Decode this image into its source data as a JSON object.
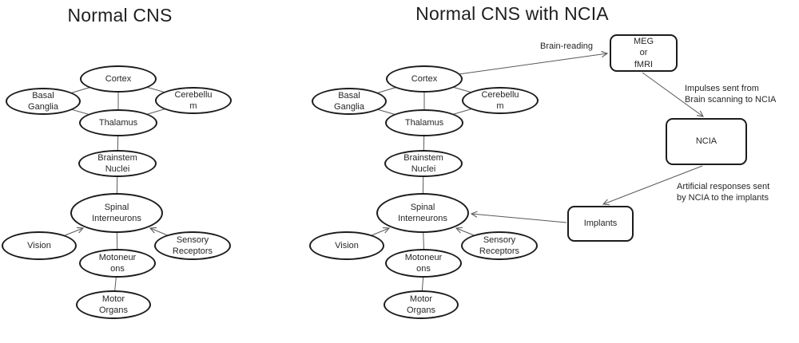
{
  "left": {
    "title": "Normal CNS",
    "nodes": {
      "cortex": "Cortex",
      "basal_ganglia": "Basal\nGanglia",
      "cerebellum": "Cerebellu\nm",
      "thalamus": "Thalamus",
      "brainstem_nuclei": "Brainstem\nNuclei",
      "spinal_interneurons": "Spinal\nInterneurons",
      "vision": "Vision",
      "sensory_receptors": "Sensory\nReceptors",
      "motoneurons": "Motoneur\nons",
      "motor_organs": "Motor\nOrgans"
    }
  },
  "right": {
    "title": "Normal CNS with NCIA",
    "nodes": {
      "cortex": "Cortex",
      "basal_ganglia": "Basal\nGanglia",
      "cerebellum": "Cerebellu\nm",
      "thalamus": "Thalamus",
      "brainstem_nuclei": "Brainstem\nNuclei",
      "spinal_interneurons": "Spinal\nInterneurons",
      "vision": "Vision",
      "sensory_receptors": "Sensory\nReceptors",
      "motoneurons": "Motoneur\nons",
      "motor_organs": "Motor\nOrgans"
    },
    "devices": {
      "meg": "MEG\nor\nfMRI",
      "ncia": "NCIA",
      "implants": "Implants"
    },
    "edge_labels": {
      "brain_reading": "Brain-reading",
      "impulses": "Impulses sent from\nBrain scanning to NCIA",
      "artificial_responses": "Artificial responses sent\nby NCIA to the implants"
    }
  },
  "colors": {
    "node_stroke": "#1c1c1c",
    "connector": "#595959",
    "text": "#262626",
    "background": "#ffffff"
  }
}
